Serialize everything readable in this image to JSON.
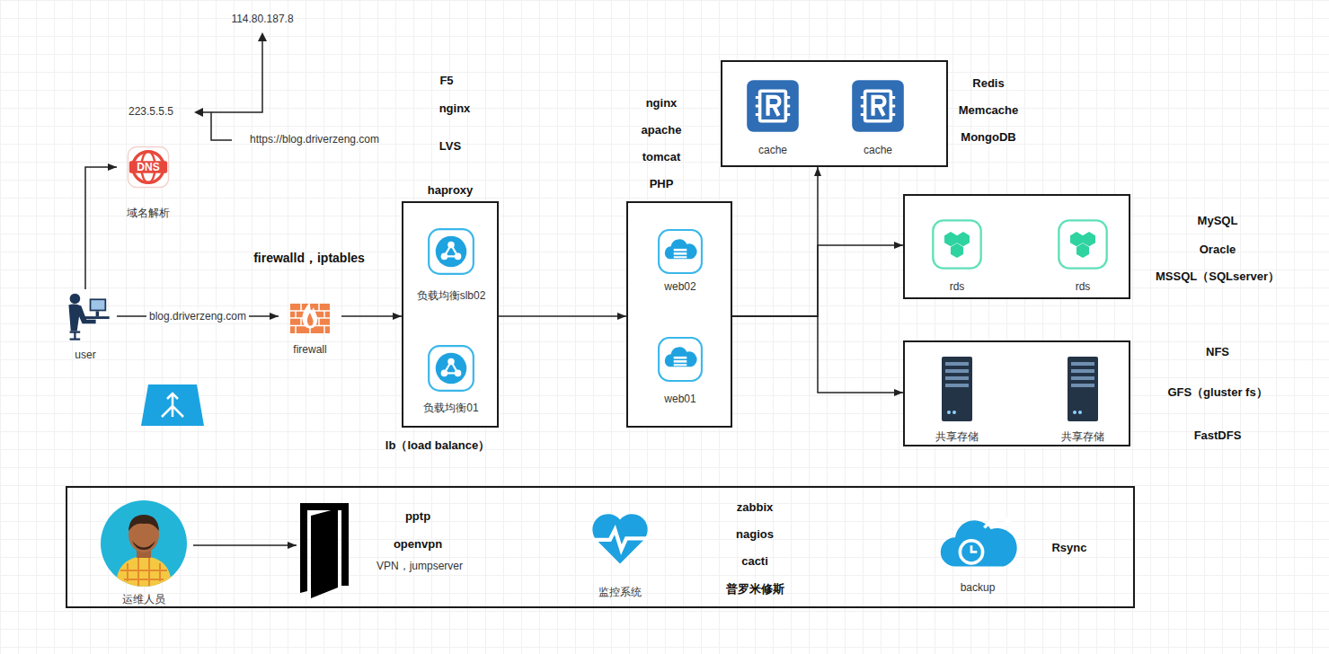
{
  "diagram": {
    "nodes": [
      {
        "text": [
          "user"
        ]
      },
      {
        "text": [
          "DNS",
          "域名解析"
        ]
      },
      {
        "text": [
          "firewall"
        ]
      },
      {
        "text": [
          "lb（load balance）"
        ]
      },
      {
        "text": [
          "负载均衡slb02"
        ],
        "in": 3
      },
      {
        "text": [
          "负载均衡01"
        ],
        "in": 3
      },
      {
        "text": [
          "nginx",
          "apache",
          "tomcat",
          "PHP"
        ]
      },
      {
        "text": [
          "web02"
        ],
        "in": 6
      },
      {
        "text": [
          "web01"
        ],
        "in": 6
      },
      {
        "text": [
          "Redis",
          "Memcache",
          "MongoDB"
        ]
      },
      {
        "text": [
          "cache"
        ],
        "in": 9
      },
      {
        "text": [
          "cache"
        ],
        "in": 9
      },
      {
        "text": [
          "MySQL",
          "Oracle",
          "MSSQL（SQLserver）"
        ]
      },
      {
        "text": [
          "rds"
        ],
        "in": 12
      },
      {
        "text": [
          "rds"
        ],
        "in": 12
      },
      {
        "text": [
          "NFS",
          "GFS（gluster fs）",
          "FastDFS"
        ]
      },
      {
        "text": [
          "共享存储"
        ],
        "in": 15
      },
      {
        "text": [
          "共享存储"
        ],
        "in": 15
      },
      {
        "text": []
      },
      {
        "text": [
          "运维人员"
        ],
        "in": 18
      },
      {
        "text": [
          "pptp",
          "openvpn",
          "VPN，jumpserver"
        ],
        "in": 18
      },
      {
        "text": [
          "监控系统"
        ],
        "in": 18
      },
      {
        "text": [
          "backup"
        ],
        "in": 18
      }
    ],
    "edges": [
      {
        "from": 0,
        "to": 1,
        "arrow": "to"
      },
      {
        "from": 0,
        "to": 2,
        "label": "blog.driverzeng.com",
        "arrow": "to"
      },
      {
        "from": 2,
        "to": 3,
        "arrow": "to"
      },
      {
        "from": 3,
        "to": 6,
        "arrow": "to"
      },
      {
        "from": 6,
        "to": 9,
        "arrow": "to"
      },
      {
        "from": 6,
        "to": 12,
        "arrow": "to"
      },
      {
        "from": 6,
        "to": 15,
        "arrow": "to"
      },
      {
        "from": 19,
        "to": 20,
        "arrow": "to"
      }
    ],
    "labels": [
      "114.80.187.8",
      "223.5.5.5",
      "https://blog.driverzeng.com",
      "F5",
      "nginx",
      "LVS",
      "haproxy",
      "firewalld，iptables",
      "zabbix",
      "nagios",
      "cacti",
      "普罗米修斯",
      "Rsync"
    ]
  }
}
